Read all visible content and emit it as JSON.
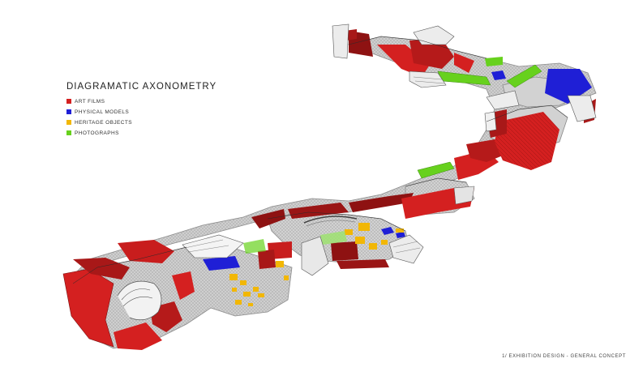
{
  "legend": {
    "title": "DIAGRAMATIC AXONOMETRY",
    "items": [
      {
        "label": "ART FILMS",
        "color": "#d42020"
      },
      {
        "label": "PHYSICAL MODELS",
        "color": "#1f1fd6"
      },
      {
        "label": "HERITAGE OBJECTS",
        "color": "#f2b705"
      },
      {
        "label": "PHOTOGRAPHS",
        "color": "#67d11d"
      }
    ]
  },
  "caption": "1/ EXHIBITION DESIGN - GENERAL CONCEPT",
  "colors": {
    "floor": "#c8c8c8",
    "floor_edge": "#8a8a8a",
    "wall_dark": "#7a1010",
    "structure": "#555555"
  }
}
